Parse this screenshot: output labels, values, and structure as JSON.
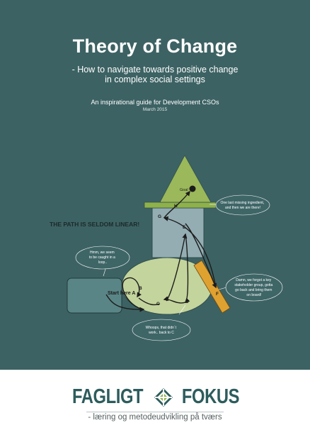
{
  "title": "Theory of Change",
  "subtitle": {
    "line1": "- How to navigate towards positive change",
    "line2": "in complex social settings"
  },
  "guide": "An inspirational guide for Development CSOs",
  "date": "March 2015",
  "diagram": {
    "headline": "THE PATH IS SELDOM LINEAR!",
    "goal": "Goal",
    "points": {
      "a": "A",
      "b": "B",
      "c": "C",
      "d": "D",
      "e": "E",
      "f": "F",
      "g": "G",
      "h": "H"
    },
    "start": "Start here",
    "bubbles": {
      "hmm": [
        "Hmm, we seem",
        "to be caught in a",
        "loop.."
      ],
      "ingredient": [
        "One last missing ingredient,",
        "and then we are there!"
      ],
      "forgot": [
        "Damn, we forgot a key",
        "stakeholder group, gotta",
        "go back and bring them",
        "on board!"
      ],
      "whoops": [
        "Whoops, that didn´t",
        "work.. back to C"
      ]
    },
    "colors": {
      "background": "#3d6263",
      "triangle": "#9bb85a",
      "bar": "#8fb14a",
      "square": "#93adb2",
      "ellipse": "#c3d49c",
      "rect": "#5a8586",
      "stick": "#dfa130",
      "bubble": "#3f6667"
    }
  },
  "brand": {
    "left": "FAGLIGT",
    "right": "FOKUS",
    "logo_icon": "diamond-cross-icon",
    "tagline": "- læring og metodeudvikling på tværs"
  }
}
